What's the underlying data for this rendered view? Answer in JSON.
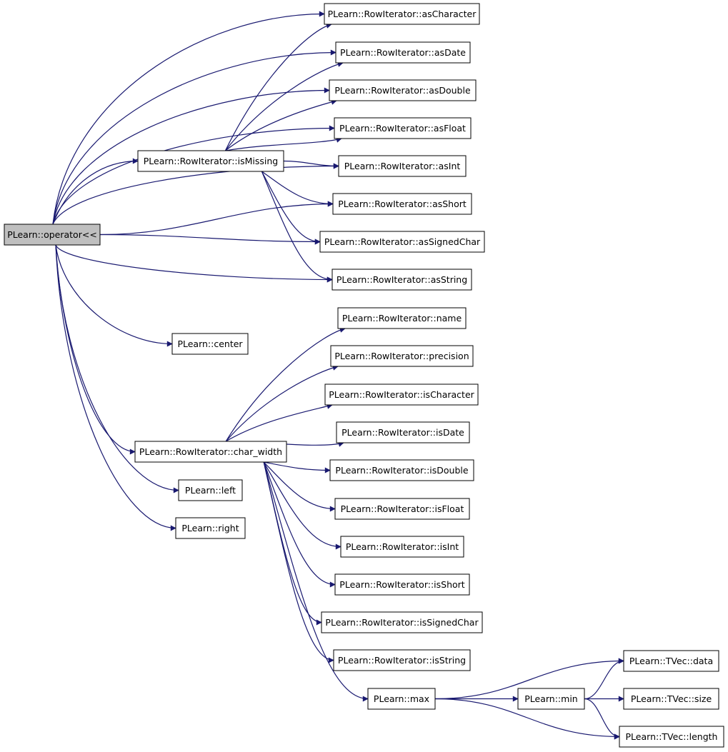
{
  "graph": {
    "title": "",
    "edge_color": "#191970",
    "root_fill": "#bfbfbf",
    "node_fill": "#ffffff",
    "nodes": [
      {
        "id": "root",
        "label": "PLearn::operator<<"
      },
      {
        "id": "isMissing",
        "label": "PLearn::RowIterator::isMissing"
      },
      {
        "id": "center",
        "label": "PLearn::center"
      },
      {
        "id": "char_width",
        "label": "PLearn::RowIterator::char_width"
      },
      {
        "id": "left",
        "label": "PLearn::left"
      },
      {
        "id": "right",
        "label": "PLearn::right"
      },
      {
        "id": "asCharacter",
        "label": "PLearn::RowIterator::asCharacter"
      },
      {
        "id": "asDate",
        "label": "PLearn::RowIterator::asDate"
      },
      {
        "id": "asDouble",
        "label": "PLearn::RowIterator::asDouble"
      },
      {
        "id": "asFloat",
        "label": "PLearn::RowIterator::asFloat"
      },
      {
        "id": "asInt",
        "label": "PLearn::RowIterator::asInt"
      },
      {
        "id": "asShort",
        "label": "PLearn::RowIterator::asShort"
      },
      {
        "id": "asSignedChar",
        "label": "PLearn::RowIterator::asSignedChar"
      },
      {
        "id": "asString",
        "label": "PLearn::RowIterator::asString"
      },
      {
        "id": "name",
        "label": "PLearn::RowIterator::name"
      },
      {
        "id": "precision",
        "label": "PLearn::RowIterator::precision"
      },
      {
        "id": "isCharacter",
        "label": "PLearn::RowIterator::isCharacter"
      },
      {
        "id": "isDate",
        "label": "PLearn::RowIterator::isDate"
      },
      {
        "id": "isDouble",
        "label": "PLearn::RowIterator::isDouble"
      },
      {
        "id": "isFloat",
        "label": "PLearn::RowIterator::isFloat"
      },
      {
        "id": "isInt",
        "label": "PLearn::RowIterator::isInt"
      },
      {
        "id": "isShort",
        "label": "PLearn::RowIterator::isShort"
      },
      {
        "id": "isSignedChar",
        "label": "PLearn::RowIterator::isSignedChar"
      },
      {
        "id": "isString",
        "label": "PLearn::RowIterator::isString"
      },
      {
        "id": "max",
        "label": "PLearn::max"
      },
      {
        "id": "min",
        "label": "PLearn::min"
      },
      {
        "id": "data",
        "label": "PLearn::TVec::data"
      },
      {
        "id": "size",
        "label": "PLearn::TVec::size"
      },
      {
        "id": "length",
        "label": "PLearn::TVec::length"
      }
    ],
    "edges": [
      [
        "root",
        "asCharacter"
      ],
      [
        "root",
        "asDate"
      ],
      [
        "root",
        "asDouble"
      ],
      [
        "root",
        "asFloat"
      ],
      [
        "root",
        "isMissing"
      ],
      [
        "root",
        "asInt"
      ],
      [
        "root",
        "asShort"
      ],
      [
        "root",
        "asSignedChar"
      ],
      [
        "root",
        "asString"
      ],
      [
        "root",
        "center"
      ],
      [
        "root",
        "char_width"
      ],
      [
        "root",
        "left"
      ],
      [
        "root",
        "right"
      ],
      [
        "isMissing",
        "asCharacter"
      ],
      [
        "isMissing",
        "asDate"
      ],
      [
        "isMissing",
        "asDouble"
      ],
      [
        "isMissing",
        "asFloat"
      ],
      [
        "isMissing",
        "asInt"
      ],
      [
        "isMissing",
        "asShort"
      ],
      [
        "isMissing",
        "asSignedChar"
      ],
      [
        "isMissing",
        "asString"
      ],
      [
        "char_width",
        "name"
      ],
      [
        "char_width",
        "precision"
      ],
      [
        "char_width",
        "isCharacter"
      ],
      [
        "char_width",
        "isDate"
      ],
      [
        "char_width",
        "isDouble"
      ],
      [
        "char_width",
        "isFloat"
      ],
      [
        "char_width",
        "isInt"
      ],
      [
        "char_width",
        "isShort"
      ],
      [
        "char_width",
        "isSignedChar"
      ],
      [
        "char_width",
        "isString"
      ],
      [
        "char_width",
        "max"
      ],
      [
        "max",
        "min"
      ],
      [
        "max",
        "data"
      ],
      [
        "max",
        "length"
      ],
      [
        "min",
        "data"
      ],
      [
        "min",
        "size"
      ],
      [
        "min",
        "length"
      ]
    ]
  }
}
